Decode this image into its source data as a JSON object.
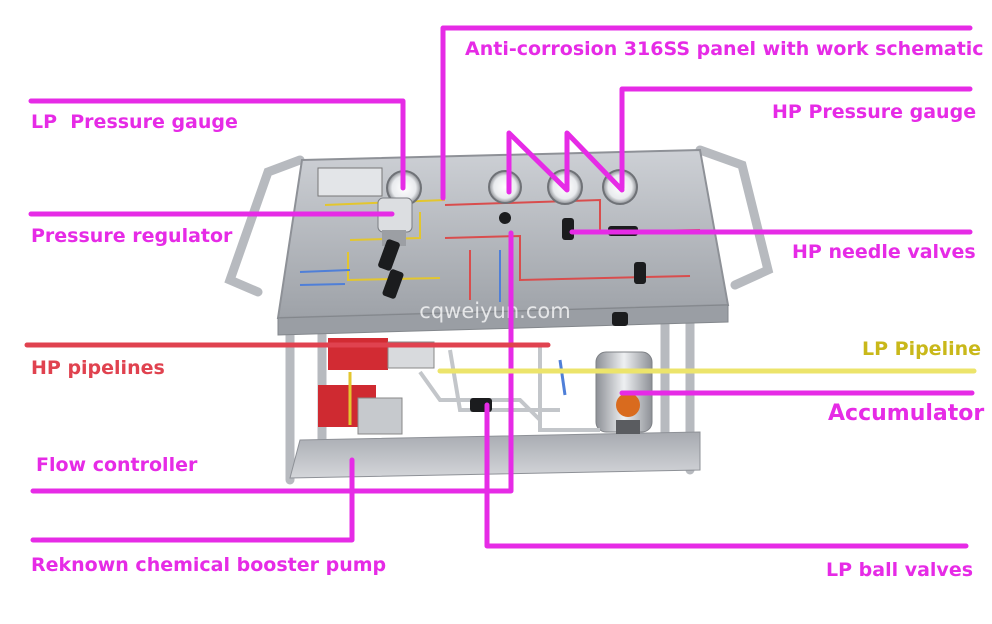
{
  "colors": {
    "callout": "#e62be6",
    "hp_pipeline": "#e0424f",
    "lp_pipeline": "#ece46b",
    "lp_pipeline_text": "#c9b81a",
    "panel": "#b9bcc2",
    "frame": "#c4c6ca",
    "watermark": "#ffffff"
  },
  "labels": {
    "anti_corrosion_panel": "Anti-corrosion 316SS panel with work schematic",
    "lp_pressure_gauge": "LP  Pressure gauge",
    "hp_pressure_gauge": "HP Pressure gauge",
    "pressure_regulator": "Pressure regulator",
    "hp_needle_valves": "HP needle valves",
    "hp_pipelines": "HP pipelines",
    "lp_pipeline": "LP Pipeline",
    "accumulator": "Accumulator",
    "flow_controller": "Flow controller",
    "booster_pump": "Reknown chemical booster pump",
    "lp_ball_valves": "LP ball valves"
  },
  "watermark": "cqweiyun.com"
}
